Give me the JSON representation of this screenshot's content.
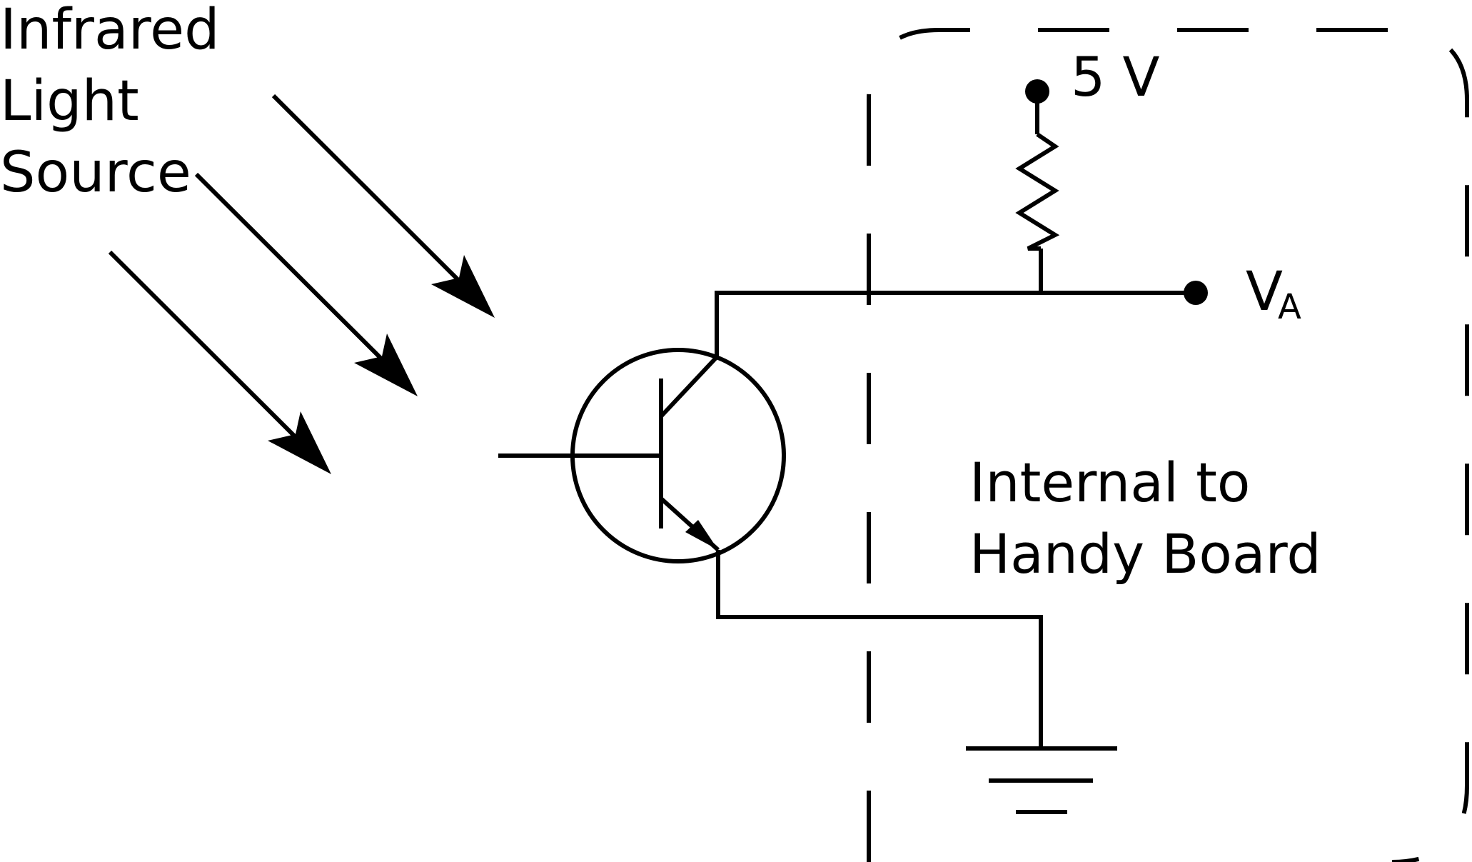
{
  "source_label": {
    "line1": "Infrared",
    "line2": "Light",
    "line3": "Source"
  },
  "supply_label": "5 V",
  "output_label": {
    "main": "V",
    "subscript": "A"
  },
  "board_label": {
    "line1": "Internal to",
    "line2": "Handy Board"
  },
  "colors": {
    "stroke": "#000000",
    "background": "#ffffff"
  },
  "icons": {
    "arrows": "infrared-ray-arrow-icon",
    "transistor": "phototransistor-icon",
    "resistor": "resistor-icon",
    "ground": "ground-icon"
  }
}
